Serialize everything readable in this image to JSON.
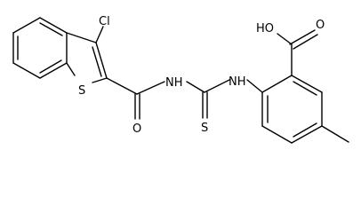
{
  "labels": {
    "cl": "Cl",
    "s_ring": "S",
    "o_amide": "O",
    "nh_1": "NH",
    "nh_2": "NH",
    "s_thio": "S",
    "oh": "HO",
    "o_acid": "O"
  }
}
